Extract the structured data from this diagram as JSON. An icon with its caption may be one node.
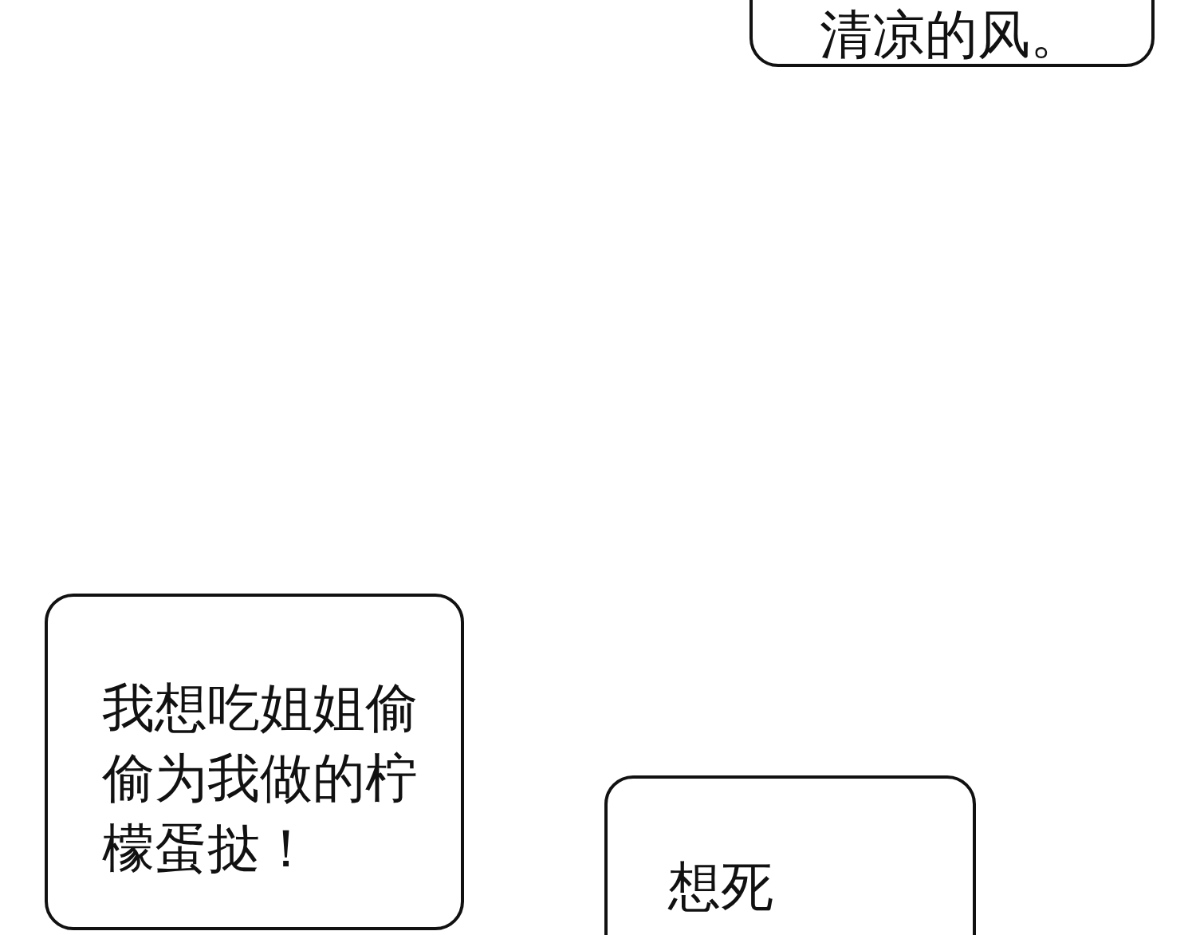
{
  "diagram": {
    "nodes": [
      {
        "text": [
          "清凉的风。"
        ]
      },
      {
        "text": [
          "我想吃姐姐偷偷为我做的柠檬蛋挞！"
        ]
      },
      {
        "text": [
          "想死"
        ]
      }
    ]
  }
}
